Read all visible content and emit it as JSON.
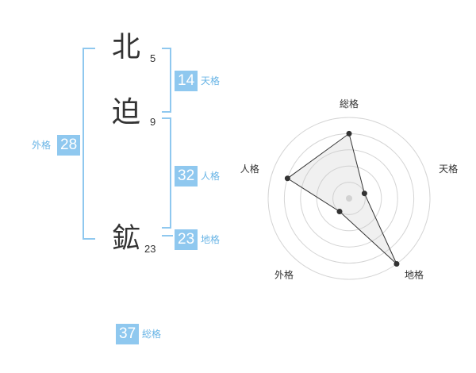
{
  "name": {
    "chars": [
      {
        "char": "北",
        "strokes": "5"
      },
      {
        "char": "迫",
        "strokes": "9"
      },
      {
        "char": "鉱",
        "strokes": "23"
      }
    ]
  },
  "grids": {
    "tenkaku": {
      "value": "14",
      "label": "天格"
    },
    "jinkaku": {
      "value": "32",
      "label": "人格"
    },
    "chikaku": {
      "value": "23",
      "label": "地格"
    },
    "gaikaku": {
      "value": "28",
      "label": "外格"
    },
    "soukaku": {
      "value": "37",
      "label": "総格"
    }
  },
  "colors": {
    "accent": "#8fc8ef",
    "label": "#6ab5e6",
    "text": "#333333"
  },
  "chart_data": {
    "type": "radar",
    "axes": [
      "総格",
      "天格",
      "地格",
      "外格",
      "人格"
    ],
    "values": [
      4,
      1,
      5,
      1,
      4
    ],
    "max": 5,
    "rings": 5
  }
}
